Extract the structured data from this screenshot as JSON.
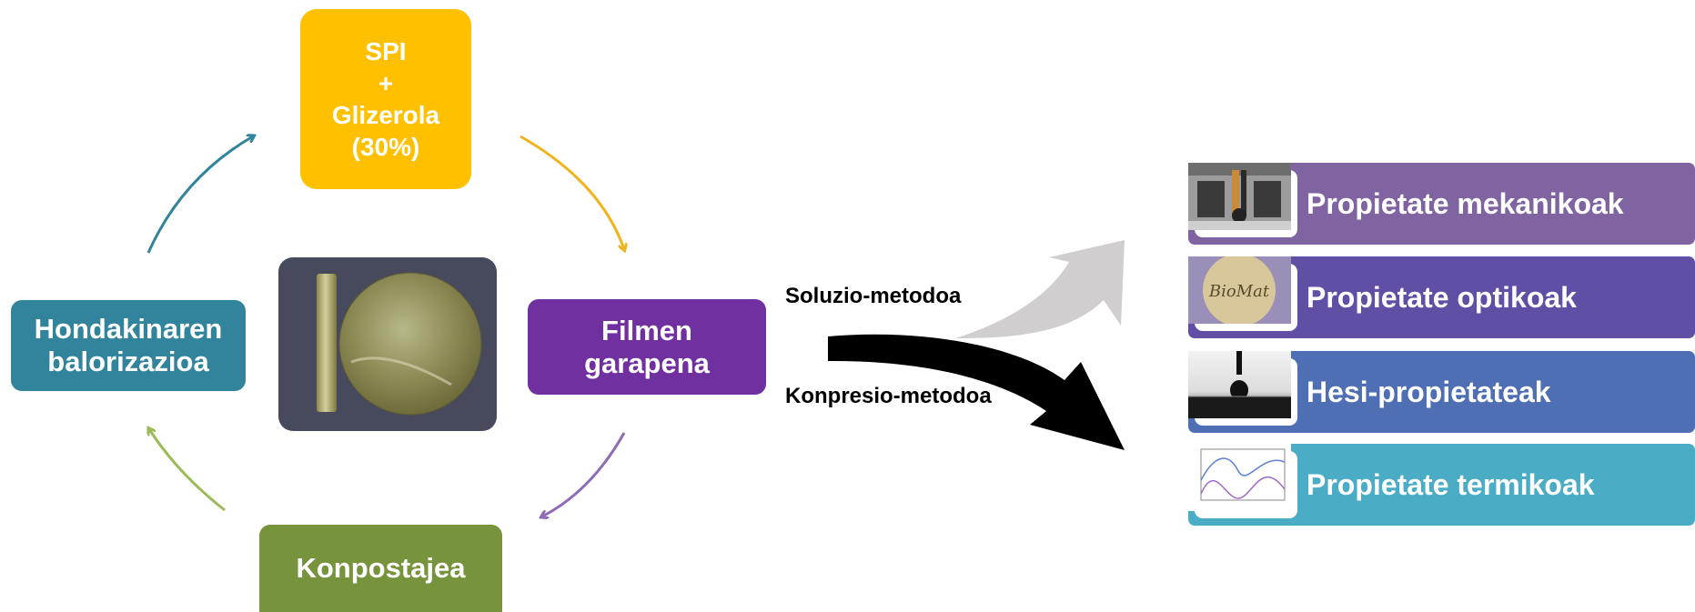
{
  "cycle": {
    "spi": [
      "SPI",
      "+",
      "Glizerola",
      "(30%)"
    ],
    "film": [
      "Filmen",
      "garapena"
    ],
    "compost": "Konpostajea",
    "valor": [
      "Hondakinaren",
      "balorizazioa"
    ]
  },
  "methods": {
    "solution": "Soluzio-metodoa",
    "compression": "Konpresio-metodoa"
  },
  "properties": [
    {
      "label": "Propietate mekanikoak",
      "color": "#8064a2",
      "image": "tensile-tester-photo",
      "image_text": ""
    },
    {
      "label": "Propietate optikoak",
      "color": "#604fa5",
      "image": "biomat-film-photo",
      "image_text": "BioMat"
    },
    {
      "label": "Hesi-propietateak",
      "color": "#4f6fb5",
      "image": "contact-angle-drop-photo",
      "image_text": ""
    },
    {
      "label": "Propietate termikoak",
      "color": "#4bacc6",
      "image": "thermal-curve-plot",
      "image_text": ""
    }
  ],
  "colors": {
    "spi": "#ffc000",
    "film": "#7030a0",
    "compost": "#77933c",
    "valor": "#31849b",
    "solution_arrow": "#d0cece",
    "compression_arrow": "#000000"
  }
}
